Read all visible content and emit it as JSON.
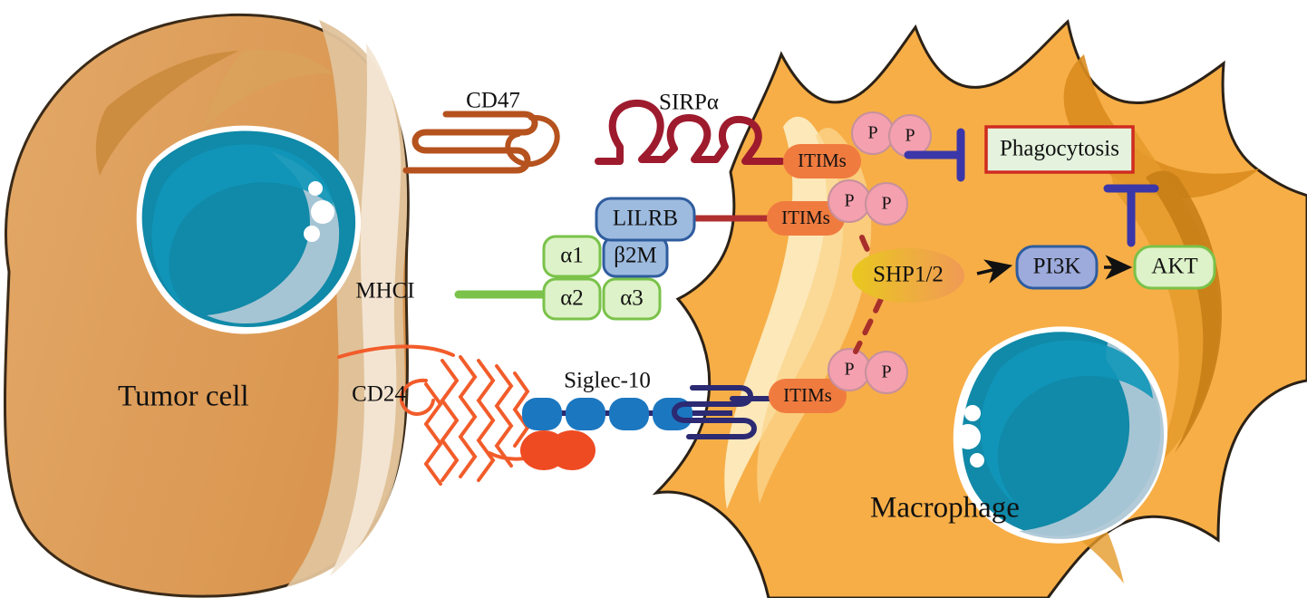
{
  "cells": {
    "tumor": {
      "label": "Tumor cell",
      "body_color": "#E3A867",
      "membrane_color": "#E0C39C",
      "inner_membrane_color": "#F3E6D4",
      "nucleus_color": "#1189A8",
      "outline_color": "#3a2a18"
    },
    "macrophage": {
      "label": "Macrophage",
      "body_color": "#F7AE47",
      "highlight_color": "#FCEBC0",
      "shadow_color": "#D98C1E",
      "nucleus_color": "#1189A8",
      "outline_color": "#2b2116"
    }
  },
  "ligands": {
    "cd47": {
      "label": "CD47",
      "color": "#B5521E"
    },
    "mhci": {
      "label": "MHCI",
      "color": "#7AC24A"
    },
    "cd24": {
      "label": "CD24",
      "color": "#F25C2A"
    }
  },
  "receptors": {
    "sirpa": {
      "label": "SIRPα",
      "color": "#9E1B2E"
    },
    "lilrb": {
      "label": "LILRB",
      "fill": "#9DBBDF",
      "stroke": "#2F5C9E",
      "link_color": "#B03030"
    },
    "siglec10": {
      "label": "Siglec-10",
      "domain_color": "#1B77C0",
      "link_color": "#2B2A72",
      "coil_color": "#2B2A72"
    }
  },
  "mhc_subunits": [
    {
      "label": "α1",
      "fill": "#DDF2C8",
      "stroke": "#7AC24A"
    },
    {
      "label": "β2M",
      "fill": "#9DBBDF",
      "stroke": "#2F5C9E"
    },
    {
      "label": "α2",
      "fill": "#DDF2C8",
      "stroke": "#7AC24A"
    },
    {
      "label": "α3",
      "fill": "#DDF2C8",
      "stroke": "#7AC24A"
    }
  ],
  "cd24_domains": {
    "color": "#EE4B23",
    "count": 2
  },
  "siglec_domains": {
    "color": "#1B77C0",
    "count": 4
  },
  "itims": [
    {
      "label": "ITIMs",
      "fill": "#F07B3F",
      "phospho": [
        "P",
        "P"
      ]
    },
    {
      "label": "ITIMs",
      "fill": "#F07B3F",
      "phospho": [
        "P",
        "P"
      ]
    },
    {
      "label": "ITIMs",
      "fill": "#F07B3F",
      "phospho": [
        "P",
        "P"
      ]
    }
  ],
  "phospho": {
    "label": "P",
    "fill": "#F4A0AF",
    "stroke": "#C8909C"
  },
  "signaling": {
    "shp": {
      "label": "SHP1/2",
      "fill_start": "#E8C81E",
      "fill_end": "#F0954E"
    },
    "pi3k": {
      "label": "PI3K",
      "fill": "#9DABDC",
      "stroke": "#2F5C9E"
    },
    "akt": {
      "label": "AKT",
      "fill": "#DDF2C8",
      "stroke": "#7AC24A"
    },
    "phagocytosis": {
      "label": "Phagocytosis",
      "fill": "#E4F2DE",
      "stroke": "#CF2B20"
    },
    "arrow_color": "#111111",
    "inhibit_color": "#3B37A8",
    "dashed_color": "#A8302B"
  }
}
